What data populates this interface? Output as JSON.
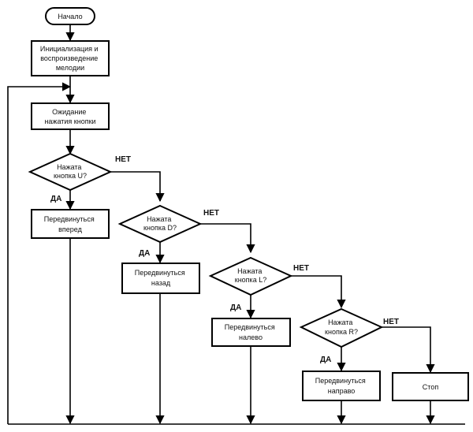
{
  "nodes": {
    "start": [
      "Начало"
    ],
    "init": [
      "Инициализация и",
      "воспроизведение",
      "мелодии"
    ],
    "wait": [
      "Ожидание",
      "нажатия кнопки"
    ],
    "check_u": [
      "Нажата",
      "кнопка U?"
    ],
    "forward": [
      "Передвинуться",
      "вперед"
    ],
    "check_d": [
      "Нажата",
      "кнопка D?"
    ],
    "back": [
      "Передвинуться",
      "назад"
    ],
    "check_l": [
      "Нажата",
      "кнопка L?"
    ],
    "left": [
      "Передвинуться",
      "налево"
    ],
    "check_r": [
      "Нажата",
      "кнопка R?"
    ],
    "right": [
      "Передвинуться",
      "направо"
    ],
    "stop": [
      "Стоп"
    ]
  },
  "branch_labels": {
    "yes": "ДА",
    "no": "НЕТ"
  }
}
